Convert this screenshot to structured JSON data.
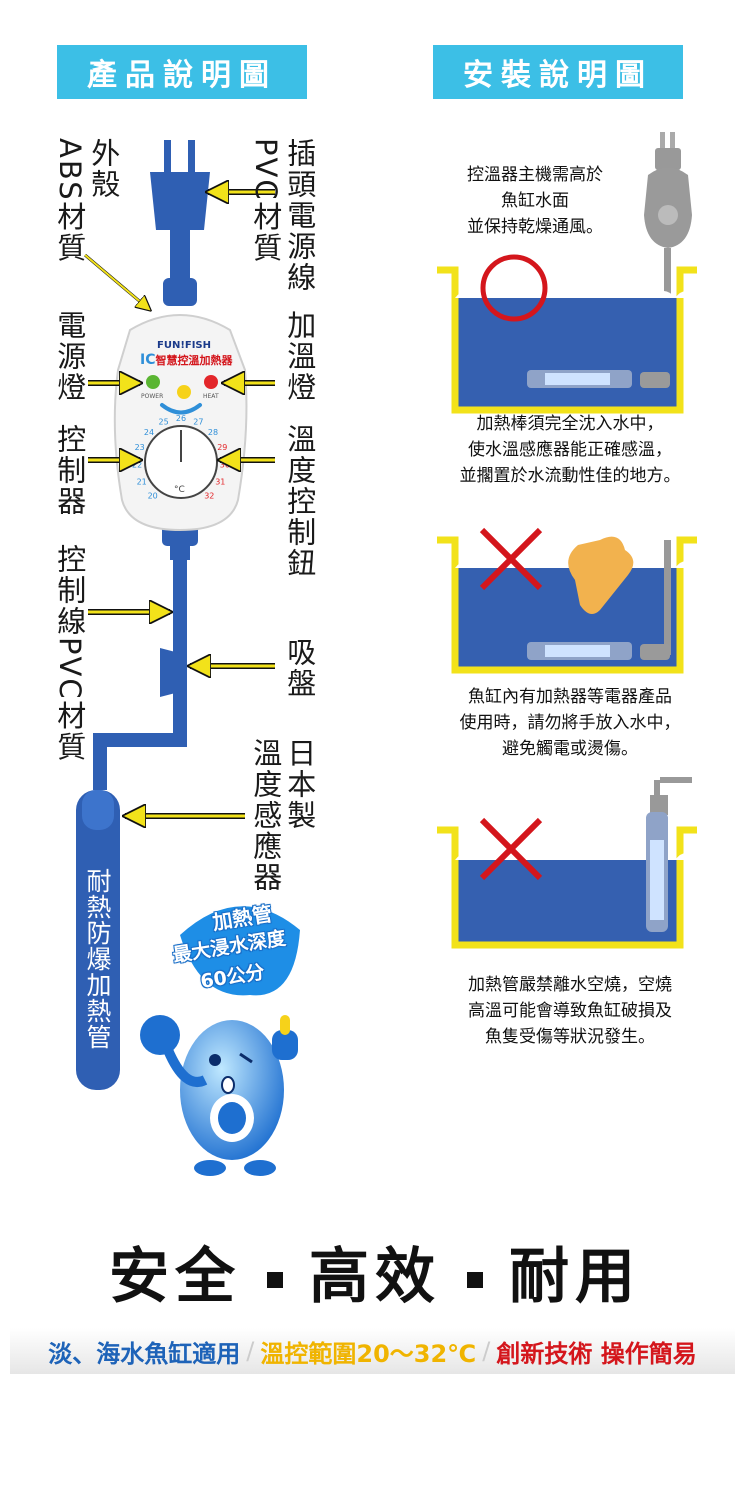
{
  "headers": {
    "product": "產品說明圖",
    "install": "安裝說明圖"
  },
  "product_labels": {
    "shell": "外殼",
    "shell_material": "ABS材質",
    "plug": "插頭電源線",
    "plug_material": "PVC材質",
    "power_light": "電源燈",
    "heat_light": "加溫燈",
    "controller": "控制器",
    "temp_knob": "溫度控制鈕",
    "control_line": "控制線PVC材質",
    "suction_cup": "吸盤",
    "made_in": "日本製",
    "sensor": "溫度感應器",
    "heater_tube": "耐熱防爆加熱管"
  },
  "controller_panel": {
    "brand": "FUN!FISH",
    "ic": "IC",
    "model": "智慧控溫加熱器",
    "power": "POWER",
    "heat": "HEAT",
    "unit": "°C",
    "dial_numbers": [
      "20",
      "21",
      "22",
      "23",
      "24",
      "25",
      "26",
      "27",
      "28",
      "29",
      "30",
      "31",
      "32"
    ]
  },
  "mascot": {
    "line1": "加熱管",
    "line2": "最大浸水深度",
    "line3": "60公分"
  },
  "install_captions": {
    "step1": [
      "控溫器主機需高於",
      "魚缸水面",
      "並保持乾燥通風。"
    ],
    "step2": [
      "加熱棒須完全沈入水中，",
      "使水溫感應器能正確感溫，",
      "並擱置於水流動性佳的地方。"
    ],
    "step3": [
      "魚缸內有加熱器等電器產品",
      "使用時，請勿將手放入水中，",
      "避免觸電或燙傷。"
    ],
    "step4": [
      "加熱管嚴禁離水空燒，空燒",
      "高溫可能會導致魚缸破損及",
      "魚隻受傷等狀況發生。"
    ]
  },
  "slogan": {
    "a": "安全",
    "b": "高效",
    "c": "耐用"
  },
  "features": {
    "f1": "淡、海水魚缸適用",
    "f2": "溫控範圍20～32℃",
    "f3": "創新技術 操作簡易"
  },
  "colors": {
    "header_bg": "#3cbfe6",
    "cable_blue": "#2f5fb3",
    "tank_yellow": "#f2e21a",
    "water_blue": "#3560b0",
    "warning_red": "#d4161c",
    "power_green": "#5ab532",
    "heat_red": "#e3262a"
  }
}
